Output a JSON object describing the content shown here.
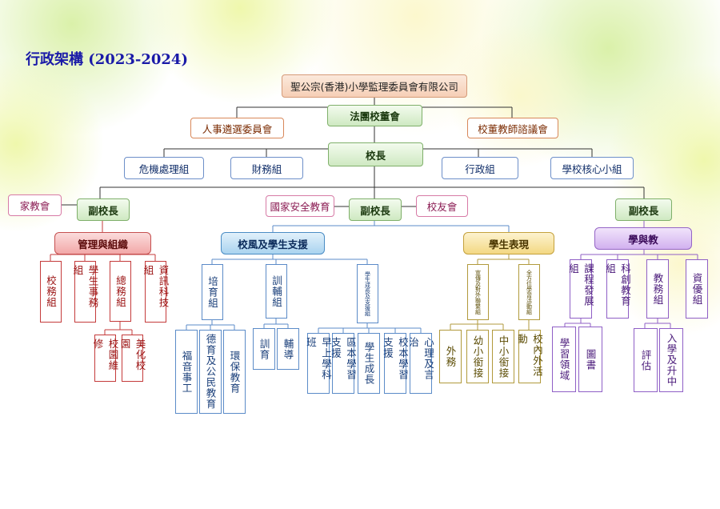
{
  "title": "行政架構  (2023-2024)",
  "colors": {
    "red": "#c43b3b",
    "blue": "#5b8bc8",
    "gold": "#b19a3c",
    "purple": "#8f5fc6",
    "green": "#7fb06a",
    "peach": "#d8885a",
    "pink": "#d77aa6",
    "title": "#1a1aa8"
  },
  "top": {
    "committee": "聖公宗(香港)小學監理委員會有限公司",
    "board": "法團校董會",
    "hr": "人事遴選委員會",
    "consult": "校董教師諮議會",
    "principal": "校長"
  },
  "units": {
    "crisis": "危機處理組",
    "finance": "財務組",
    "admin": "行政組",
    "core": "學校核心小組"
  },
  "vp": {
    "left": "副校長",
    "center": "副校長",
    "right": "副校長"
  },
  "side": {
    "pta": "家教會",
    "security": "國家安全教育",
    "alumni": "校友會"
  },
  "departments": {
    "admin": "管理與組織",
    "ethos": "校風及學生支援",
    "perf": "學生表現",
    "learn": "學與教"
  },
  "admin_groups": [
    "校務組",
    "學生事務組",
    "總務組",
    "資訊科技組"
  ],
  "general_subs": [
    "校園維修",
    "美化校園"
  ],
  "ethos_groups": [
    "培育組",
    "訓輔組",
    "學生成長及支援組"
  ],
  "nurture_subs": [
    "福音事工",
    "德育及公民教育",
    "環保教育"
  ],
  "guidance_subs": [
    "訓育",
    "輔導"
  ],
  "growth_subs": [
    "早上學科班",
    "區本學習支援",
    "學生成長",
    "校本學習支援",
    "心理及言治"
  ],
  "perf_groups": [
    "宣傳及對外聯繫組",
    "全方位學習活動組"
  ],
  "promo_subs": [
    "外務",
    "幼小銜接",
    "中小銜接"
  ],
  "activity_subs": [
    "校內外活動"
  ],
  "learn_groups": [
    "課程發展組",
    "科創教育組",
    "教務組",
    "資優組"
  ],
  "curr_subs": [
    "學習領域",
    "圖書"
  ],
  "academic_subs": [
    "評估",
    "入學及升中"
  ]
}
